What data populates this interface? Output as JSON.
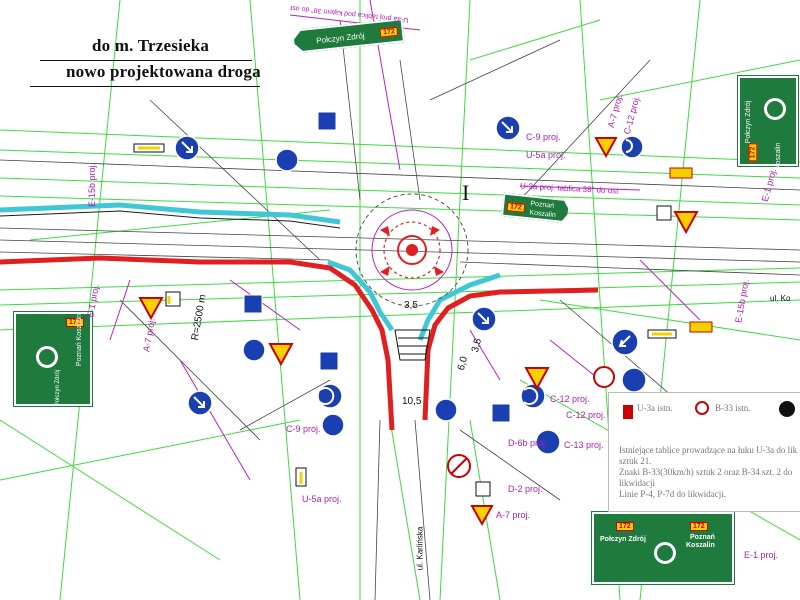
{
  "title": {
    "line1": "do m. Trzesieka",
    "line2": "nowo projektowana droga"
  },
  "road_numbers": {
    "main": "172"
  },
  "direction_signs": {
    "top_arrow": "Połczyn Zdrój",
    "mid_arrow_line1": "Poznań",
    "mid_arrow_line2": "Koszalin",
    "board_right_top": "Połczyn Zdrój",
    "board_right_bottom": "Koszalin",
    "board_left_top": "Poznań Koszalin",
    "board_left_bottom": "Połczyn Zdrój",
    "board_bottom_left": "Połczyn Zdrój",
    "board_bottom_right_1": "Poznań",
    "board_bottom_right_2": "Koszalin"
  },
  "sign_labels": {
    "c9_top": "C-9 proj.",
    "u5a_top": "U-5a proj.",
    "e15b_top": "E-15b proj.",
    "a7_top": "A-7 proj.",
    "c12_top": "C-12 proj.",
    "e1_right": "E-1 proj.",
    "e15b_right": "E-15b proj.",
    "e1_left": "E-1 proj.",
    "a7_left": "A-7 proj.",
    "c9_left": "C-9 proj.",
    "u5a_left": "U-5a proj.",
    "c12_mid": "C-12 proj.",
    "c13_mid": "C-13 proj.",
    "b1_mid": "D-6b proj.",
    "d2_mid": "D-2 proj.",
    "a7_bottom": "A-7 proj.",
    "c12_bottom": "C-12 proj.",
    "e1_bottom": "E-1 proj.",
    "u3a_note": "U-3a proj. tablica 38\" do ost",
    "top_note": "U-3a proj tablica pod kątem 38\" do ost",
    "street": "ul. Karlińska",
    "street_right": "ul. Ko"
  },
  "dimensions": {
    "r_curve": "R=2500 m",
    "width_10_5": "10,5",
    "d_3_5": "3,5",
    "d_6_0": "6,0",
    "d_3_5b": "3,5",
    "roman_i": "I"
  },
  "legend": {
    "sign1": "U-3a istn.",
    "sign2": "B-33 istn.",
    "sign3": "",
    "text_line1": "Istniejące tablice prowadzące na łuku U-3a do lik",
    "text_line2": "sztuk 21.",
    "text_line3": "Znaki B-33(30km/h) sztuk 2 oraz B-34 szt. 2 do",
    "text_line4": "likwidacji",
    "text_line5": "Linie P-4, P-7d do likwidacji."
  },
  "colors": {
    "green_line": "#3ddc3d",
    "road_red": "#e02020",
    "road_cyan": "#3fc7d6",
    "sign_blue": "#1a3fb0",
    "sign_yellow": "#f5d100",
    "board_green": "#1f7a3e",
    "magenta": "#c020c0"
  }
}
